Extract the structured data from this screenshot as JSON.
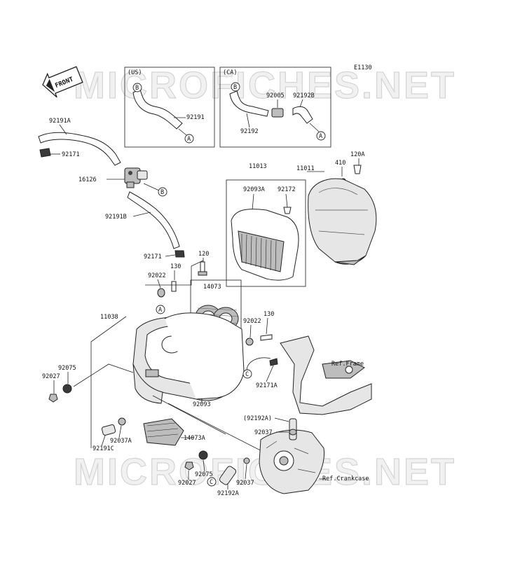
{
  "diagram_code": "E1130",
  "watermark": "MICROFICHES.NET",
  "front_label": "FRONT",
  "boxes": {
    "us": {
      "label": "(US)"
    },
    "ca": {
      "label": "(CA)"
    }
  },
  "parts": {
    "p92191A": "92191A",
    "p92171_top": "92171",
    "p16126": "16126",
    "p92191B": "92191B",
    "p92171_mid": "92171",
    "p92022_a": "92022",
    "p130_a": "130",
    "p120": "120",
    "p11038": "11038",
    "p14073": "14073",
    "p92022_b": "92022",
    "p130_b": "130",
    "p92075_a": "92075",
    "p92027_a": "92027",
    "p92093": "92093",
    "p92037A": "92037A",
    "p14073A": "14073A",
    "p92191C": "92191C",
    "p92027_b": "92027",
    "p92075_b": "92075",
    "p92037_b": "92037",
    "p92192A": "92192A",
    "p92192A_paren": "(92192A)",
    "p92037_a": "92037",
    "p92171A": "92171A",
    "ref_frame": "Ref.Frame",
    "ref_crankcase": "Ref.Crankcase",
    "p11013": "11013",
    "p92093A": "92093A",
    "p92172": "92172",
    "p11011": "11011",
    "p410": "410",
    "p120A": "120A",
    "us_92191": "92191",
    "ca_92005": "92005",
    "ca_92192B": "92192B",
    "ca_92192": "92192"
  },
  "markers": {
    "A": "A",
    "B": "B",
    "C": "C"
  }
}
